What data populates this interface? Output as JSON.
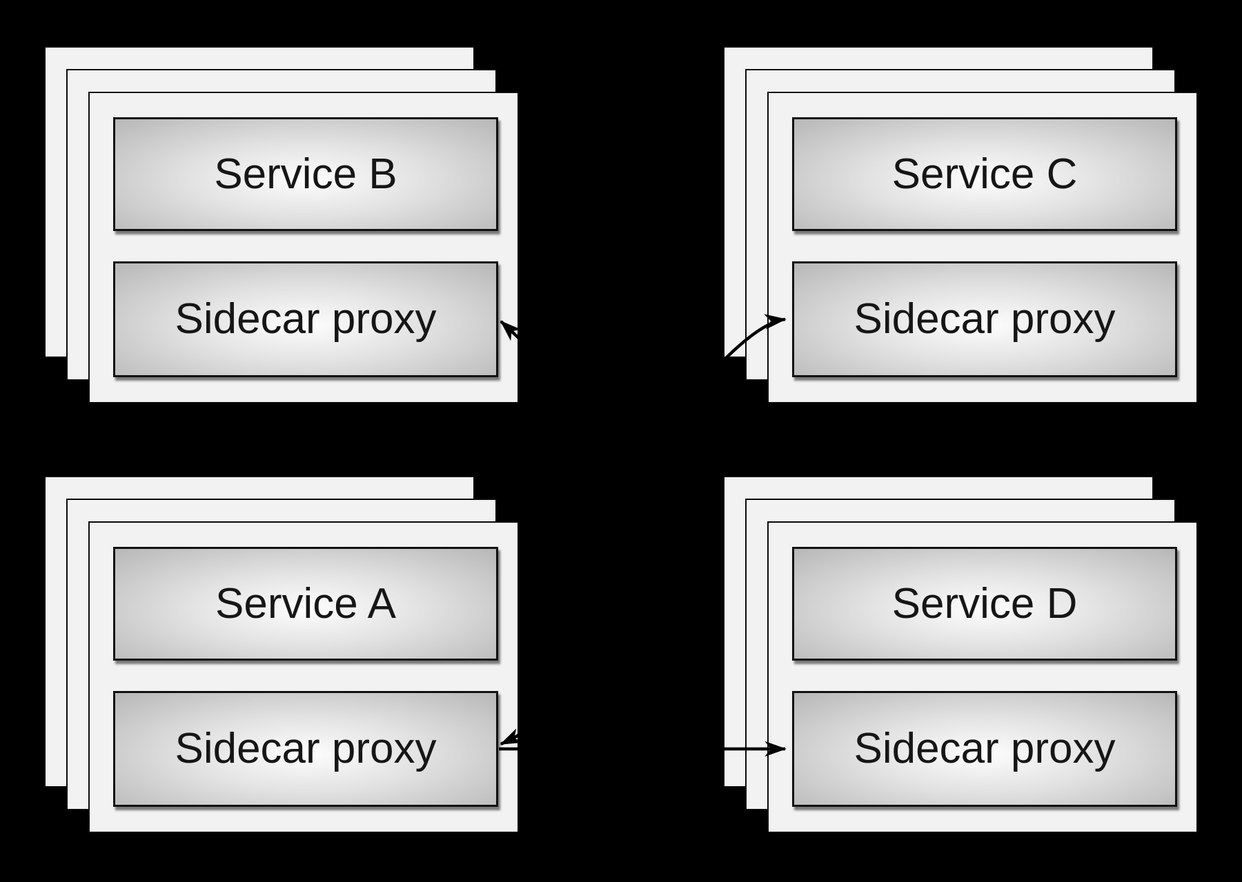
{
  "diagram_type": "service-mesh-sidecar-topology",
  "colors": {
    "background": "#000000",
    "card_fill": "#f2f2f2",
    "card_border": "#0a0a0a",
    "node_border": "#111111",
    "node_gradient_center": "#fdfdfd",
    "node_gradient_edge": "#b7b7b7",
    "label_text": "#161616",
    "arrow": "#000000"
  },
  "groups": [
    {
      "id": "service-b",
      "position": "top-left",
      "service_label": "Service B",
      "sidecar_label": "Sidecar proxy",
      "stacked_replicas": 3
    },
    {
      "id": "service-c",
      "position": "top-right",
      "service_label": "Service C",
      "sidecar_label": "Sidecar proxy",
      "stacked_replicas": 3
    },
    {
      "id": "service-a",
      "position": "bottom-left",
      "service_label": "Service A",
      "sidecar_label": "Sidecar proxy",
      "stacked_replicas": 3
    },
    {
      "id": "service-d",
      "position": "bottom-right",
      "service_label": "Service D",
      "sidecar_label": "Sidecar proxy",
      "stacked_replicas": 3
    }
  ],
  "arrows": [
    {
      "name": "arrow-into-sidecar-b",
      "description": "arrowhead entering right edge of Service B sidecar proxy from lower right"
    },
    {
      "name": "arrow-into-sidecar-c",
      "description": "curved arrow entering left edge of Service C sidecar proxy from lower left"
    },
    {
      "name": "arrow-into-sidecar-a",
      "description": "curved arrow entering right edge of Service A sidecar proxy from upper right"
    },
    {
      "name": "arrow-a-to-d",
      "description": "horizontal arrow from Service A sidecar proxy into left edge of Service D sidecar proxy"
    }
  ]
}
